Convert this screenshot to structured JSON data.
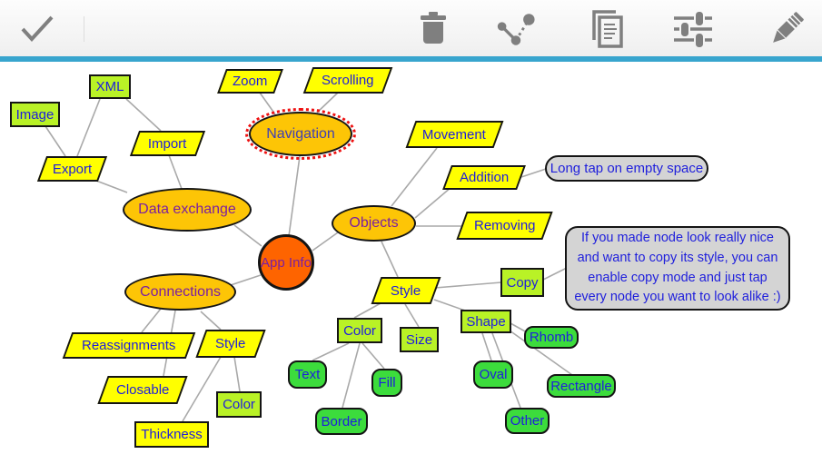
{
  "toolbar": {
    "icons": [
      {
        "name": "confirm-check"
      },
      {
        "name": "delete-trash"
      },
      {
        "name": "connection-mode"
      },
      {
        "name": "copy-style"
      },
      {
        "name": "settings-sliders"
      },
      {
        "name": "edit-pencil"
      }
    ]
  },
  "colors": {
    "accent_bar": "#38a5ce",
    "ellipse_fill": "#fdc506",
    "center_fill": "#fe6400",
    "yellow_node": "#ffff00",
    "greenyellow_node": "#b9f226",
    "green_node": "#3cdc3c",
    "note_fill": "#d4d4d4",
    "node_text_blue": "#1e1edc",
    "ellipse_text_purple": "#7b1fa2",
    "selection_red": "#ee1111",
    "edge_gray": "#a9a9a9"
  },
  "map": {
    "nodes": {
      "app_info": {
        "label": "App Info"
      },
      "navigation": {
        "label": "Navigation"
      },
      "zoom": {
        "label": "Zoom"
      },
      "scrolling": {
        "label": "Scrolling"
      },
      "data_exchange": {
        "label": "Data exchange"
      },
      "import": {
        "label": "Import"
      },
      "export": {
        "label": "Export"
      },
      "xml": {
        "label": "XML"
      },
      "image": {
        "label": "Image"
      },
      "objects": {
        "label": "Objects"
      },
      "movement": {
        "label": "Movement"
      },
      "addition": {
        "label": "Addition"
      },
      "long_tap": {
        "label": "Long tap on empty space"
      },
      "removing": {
        "label": "Removing"
      },
      "style_objects": {
        "label": "Style"
      },
      "copy": {
        "label": "Copy"
      },
      "copy_note": {
        "label": "If you made node look really nice and want to copy its style, you can enable copy mode and just tap every node you want to look alike :)"
      },
      "color_objects": {
        "label": "Color"
      },
      "size": {
        "label": "Size"
      },
      "shape": {
        "label": "Shape"
      },
      "text": {
        "label": "Text"
      },
      "fill": {
        "label": "Fill"
      },
      "border": {
        "label": "Border"
      },
      "rhomb": {
        "label": "Rhomb"
      },
      "oval": {
        "label": "Oval"
      },
      "rectangle": {
        "label": "Rectangle"
      },
      "other": {
        "label": "Other"
      },
      "connections": {
        "label": "Connections"
      },
      "reassignments": {
        "label": "Reassignments"
      },
      "closable": {
        "label": "Closable"
      },
      "style_connections": {
        "label": "Style"
      },
      "color_connections": {
        "label": "Color"
      },
      "thickness": {
        "label": "Thickness"
      }
    }
  }
}
